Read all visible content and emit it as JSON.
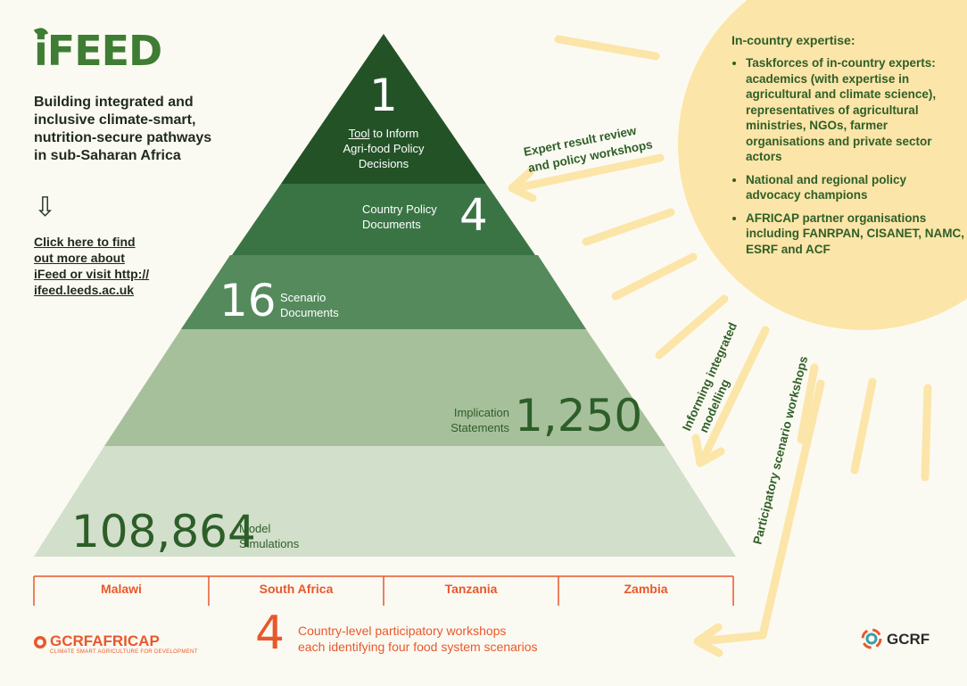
{
  "logo": {
    "text": "iFEED"
  },
  "subtitle": "Building integrated and\ninclusive climate-smart,\nnutrition-secure pathways\nin sub-Saharan Africa",
  "link": {
    "arrow": "⇩",
    "text": "Click here to find\nout more about\niFeed or visit http://\nifeed.leeds.ac.uk"
  },
  "pyramid": {
    "tool": {
      "number": "1",
      "word": "Tool",
      "rest": " to Inform",
      "line2": "Agri-food Policy\nDecisions"
    },
    "policy": {
      "number": "4",
      "label": "Country Policy\nDocuments"
    },
    "scenario": {
      "number": "16",
      "label": "Scenario\nDocuments"
    },
    "implication": {
      "number": "1,250",
      "label": "Implication\nStatements"
    },
    "model": {
      "number": "108,864",
      "label": "Model\nSimulations"
    }
  },
  "countries": [
    "Malawi",
    "South Africa",
    "Tanzania",
    "Zambia"
  ],
  "workshops": {
    "number": "4",
    "text": "Country-level participatory workshops\neach identifying four food system scenarios"
  },
  "expertise": {
    "title": "In-country expertise:",
    "items": [
      "Taskforces of in-country experts: academics (with expertise in agricultural and climate science), representatives of agricultural ministries, NGOs, farmer organisations and private sector actors",
      "National and regional policy advocacy champions",
      "AFRICAP partner organisations including FANRPAN, CISANET, NAMC, ESRF and ACF"
    ]
  },
  "arrows": {
    "expert_review": [
      "Expert result review",
      "and policy workshops"
    ],
    "informing": [
      "Informing integrated",
      "modelling"
    ],
    "participatory": "Participatory scenario workshops"
  },
  "logos": {
    "africap": "GCRFAFRICAP",
    "africap_sub": "CLIMATE SMART AGRICULTURE FOR DEVELOPMENT",
    "gcrf": "GCRF"
  },
  "colors": {
    "tier1": "#235227",
    "tier2": "#3a7445",
    "tier3": "#548a5c",
    "tier4": "#a7c09c",
    "tier5": "#d2dfcb",
    "sun": "#fce5a8",
    "accent": "#e8582c"
  }
}
